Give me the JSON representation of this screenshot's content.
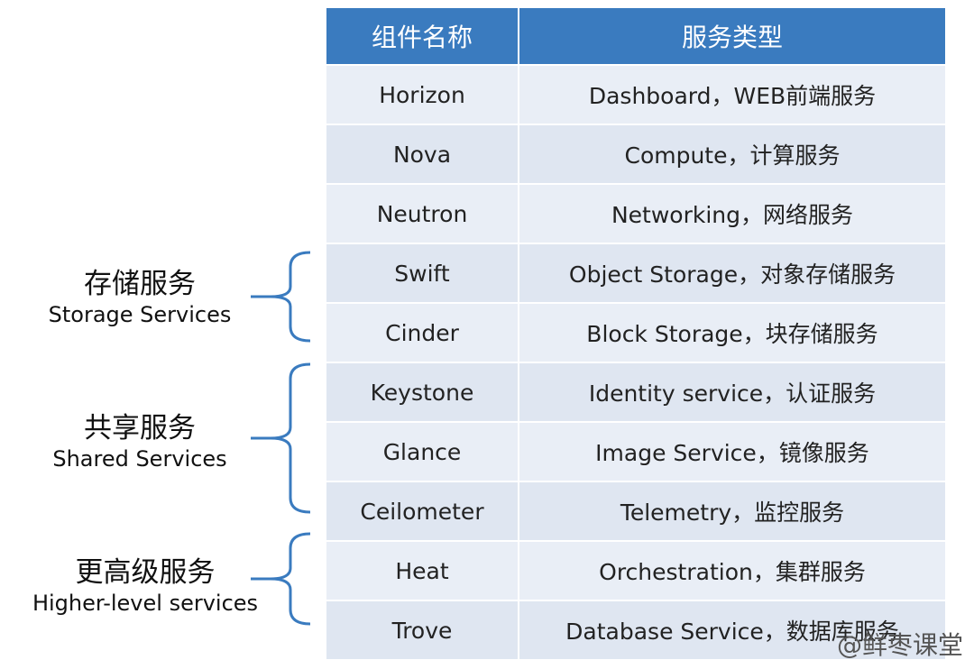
{
  "table": {
    "headers": [
      "组件名称",
      "服务类型"
    ],
    "rows": [
      {
        "component": "Horizon",
        "service": "Dashboard，WEB前端服务"
      },
      {
        "component": "Nova",
        "service": "Compute，计算服务"
      },
      {
        "component": "Neutron",
        "service": "Networking，网络服务"
      },
      {
        "component": "Swift",
        "service": "Object Storage，对象存储服务"
      },
      {
        "component": "Cinder",
        "service": "Block Storage，块存储服务"
      },
      {
        "component": "Keystone",
        "service": "Identity service，认证服务"
      },
      {
        "component": "Glance",
        "service": "Image Service，镜像服务"
      },
      {
        "component": "Ceilometer",
        "service": "Telemetry，监控服务"
      },
      {
        "component": "Heat",
        "service": "Orchestration，集群服务"
      },
      {
        "component": "Trove",
        "service": "Database Service，数据库服务"
      }
    ]
  },
  "groups": [
    {
      "zh": "存储服务",
      "en": "Storage Services"
    },
    {
      "zh": "共享服务",
      "en": "Shared Services"
    },
    {
      "zh": "更高级服务",
      "en": "Higher-level services"
    }
  ],
  "colors": {
    "header_bg": "#3a7bbf",
    "row_bg": "#e9eef6",
    "brace": "#3a7bbf"
  },
  "watermark": "@鲜枣课堂"
}
